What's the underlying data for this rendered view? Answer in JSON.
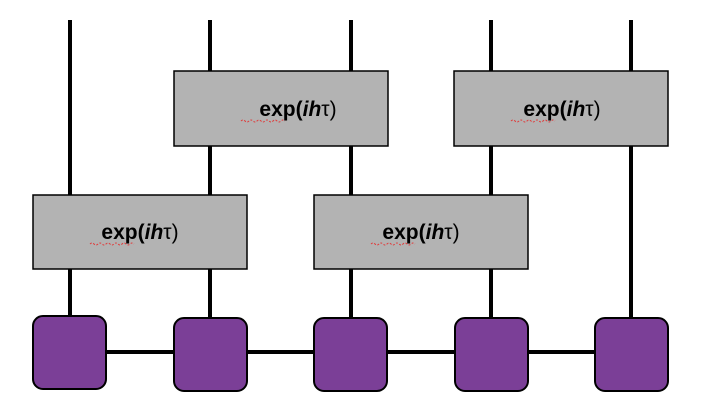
{
  "gates": [
    {
      "prefix": "exp(",
      "var": "ih",
      "tau": "τ",
      "close": ")"
    },
    {
      "prefix": "exp(",
      "var": "ih",
      "tau": "τ",
      "close": ")"
    },
    {
      "prefix": "exp(",
      "var": "ih",
      "tau": "τ",
      "close": ")"
    },
    {
      "prefix": "exp(",
      "var": "ih",
      "tau": "τ",
      "close": ")"
    }
  ],
  "colors": {
    "tensor_fill": "#7b3f97",
    "gate_fill": "#b3b3b3",
    "line": "#000000"
  }
}
